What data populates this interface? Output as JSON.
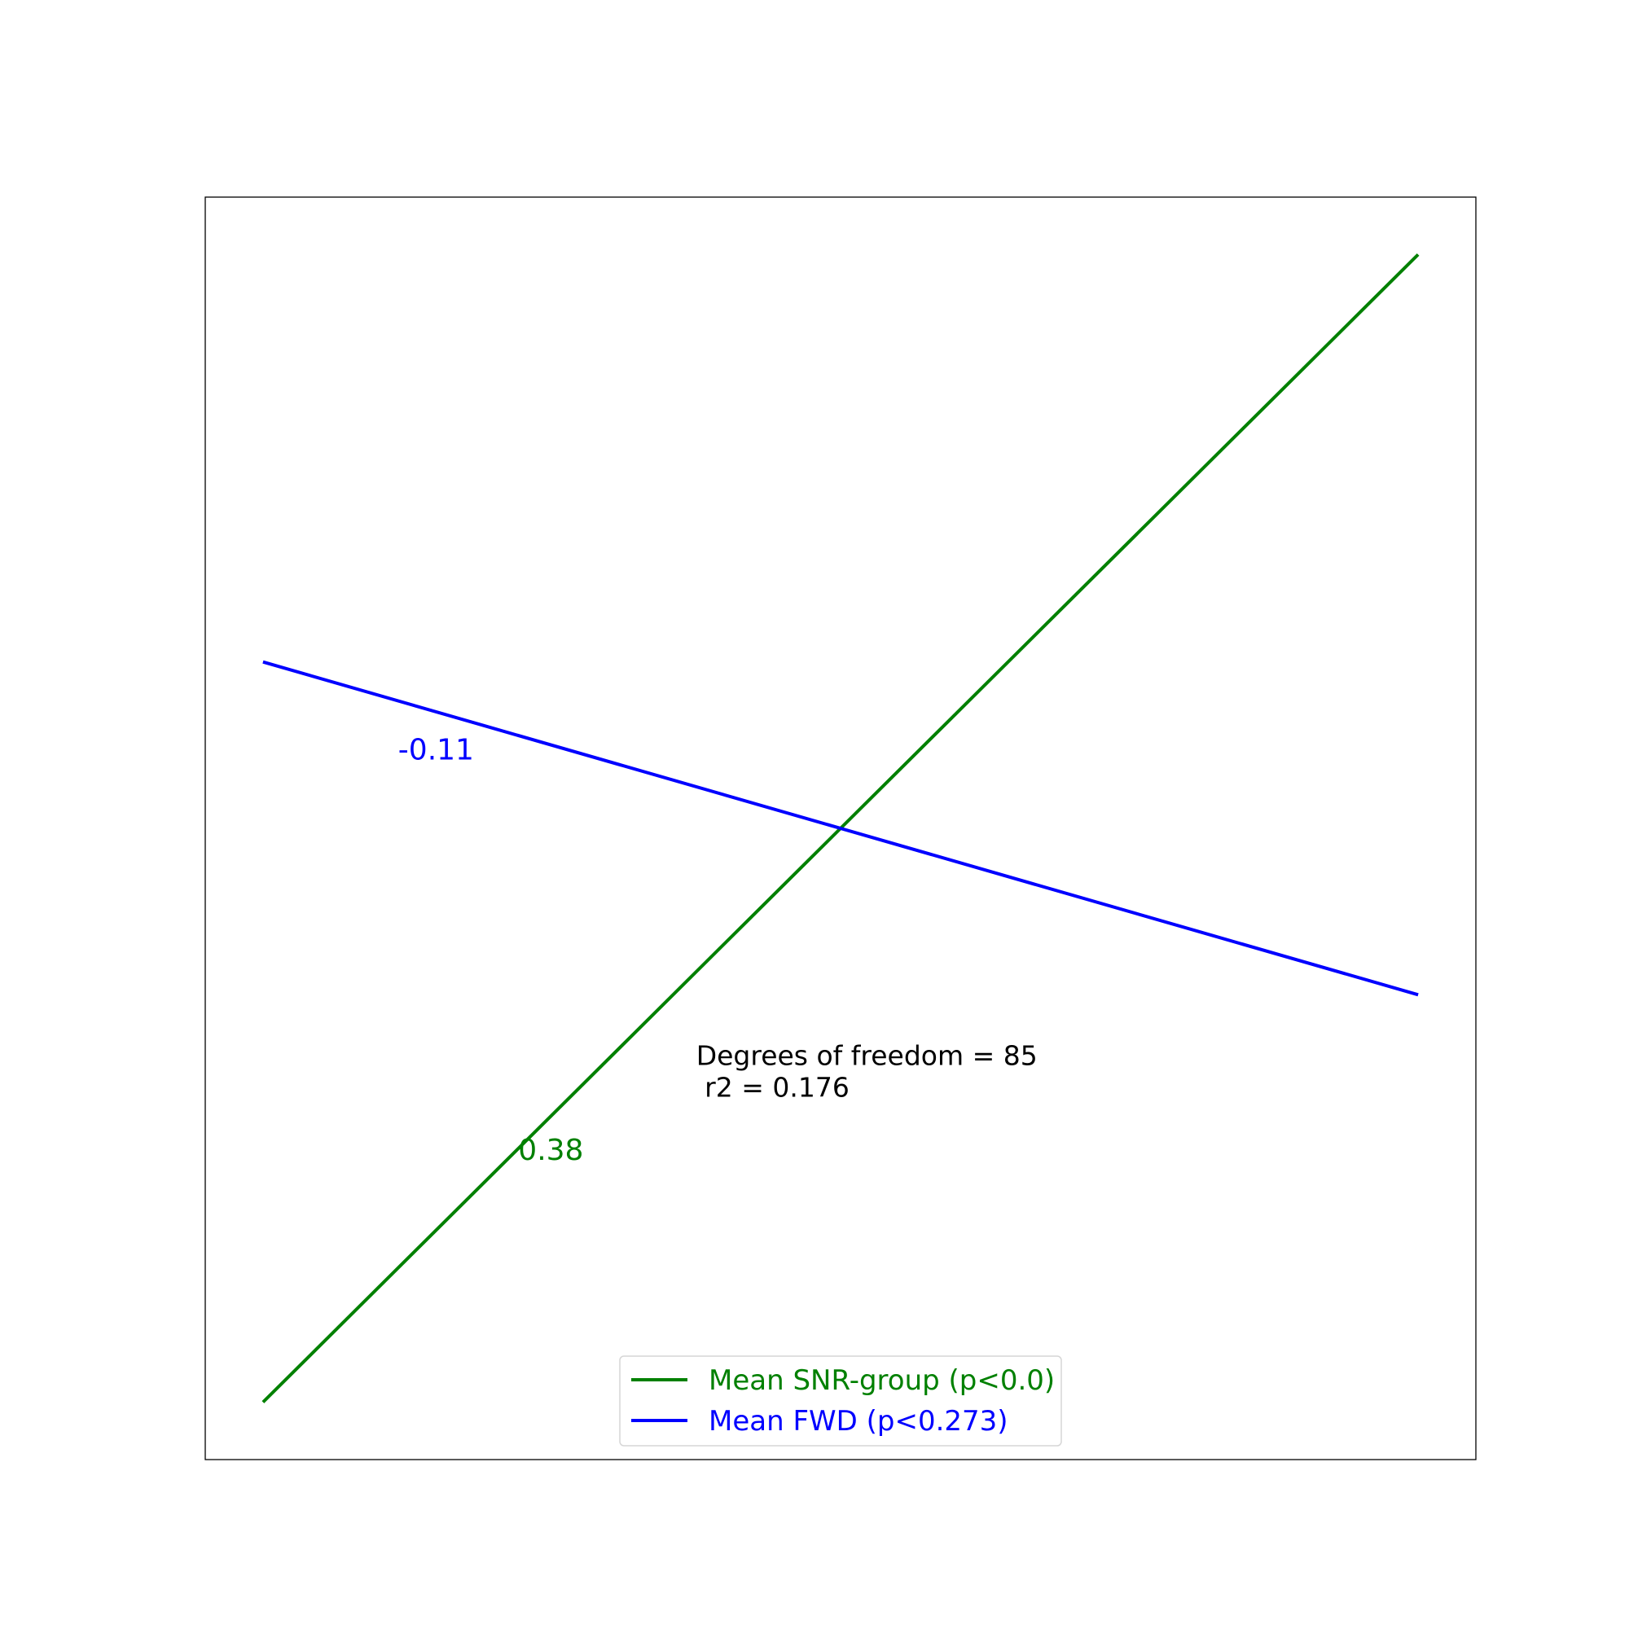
{
  "chart_data": {
    "type": "line",
    "title": "",
    "xlabel": "",
    "ylabel": "",
    "xlim": [
      -0.05,
      1.05
    ],
    "ylim": [
      -0.05,
      1.05
    ],
    "grid": false,
    "ticks_visible": false,
    "legend_position": "lower center",
    "series": [
      {
        "name": "Mean SNR-group (p<0.0)",
        "color": "#008000",
        "x": [
          0,
          1
        ],
        "y": [
          0,
          1
        ],
        "label": "0.38",
        "label_at": [
          0.221,
          0.211
        ]
      },
      {
        "name": "Mean FWD (p<0.273)",
        "color": "#0000ff",
        "x": [
          0,
          1
        ],
        "y": [
          0.645,
          0.355
        ],
        "label": "-0.11",
        "label_at": [
          0.117,
          0.56
        ]
      }
    ],
    "annotation": {
      "lines": [
        "Degrees of freedom = 85",
        " r2 = 0.176"
      ],
      "at": [
        0.375,
        0.294
      ],
      "color": "#000000"
    }
  }
}
